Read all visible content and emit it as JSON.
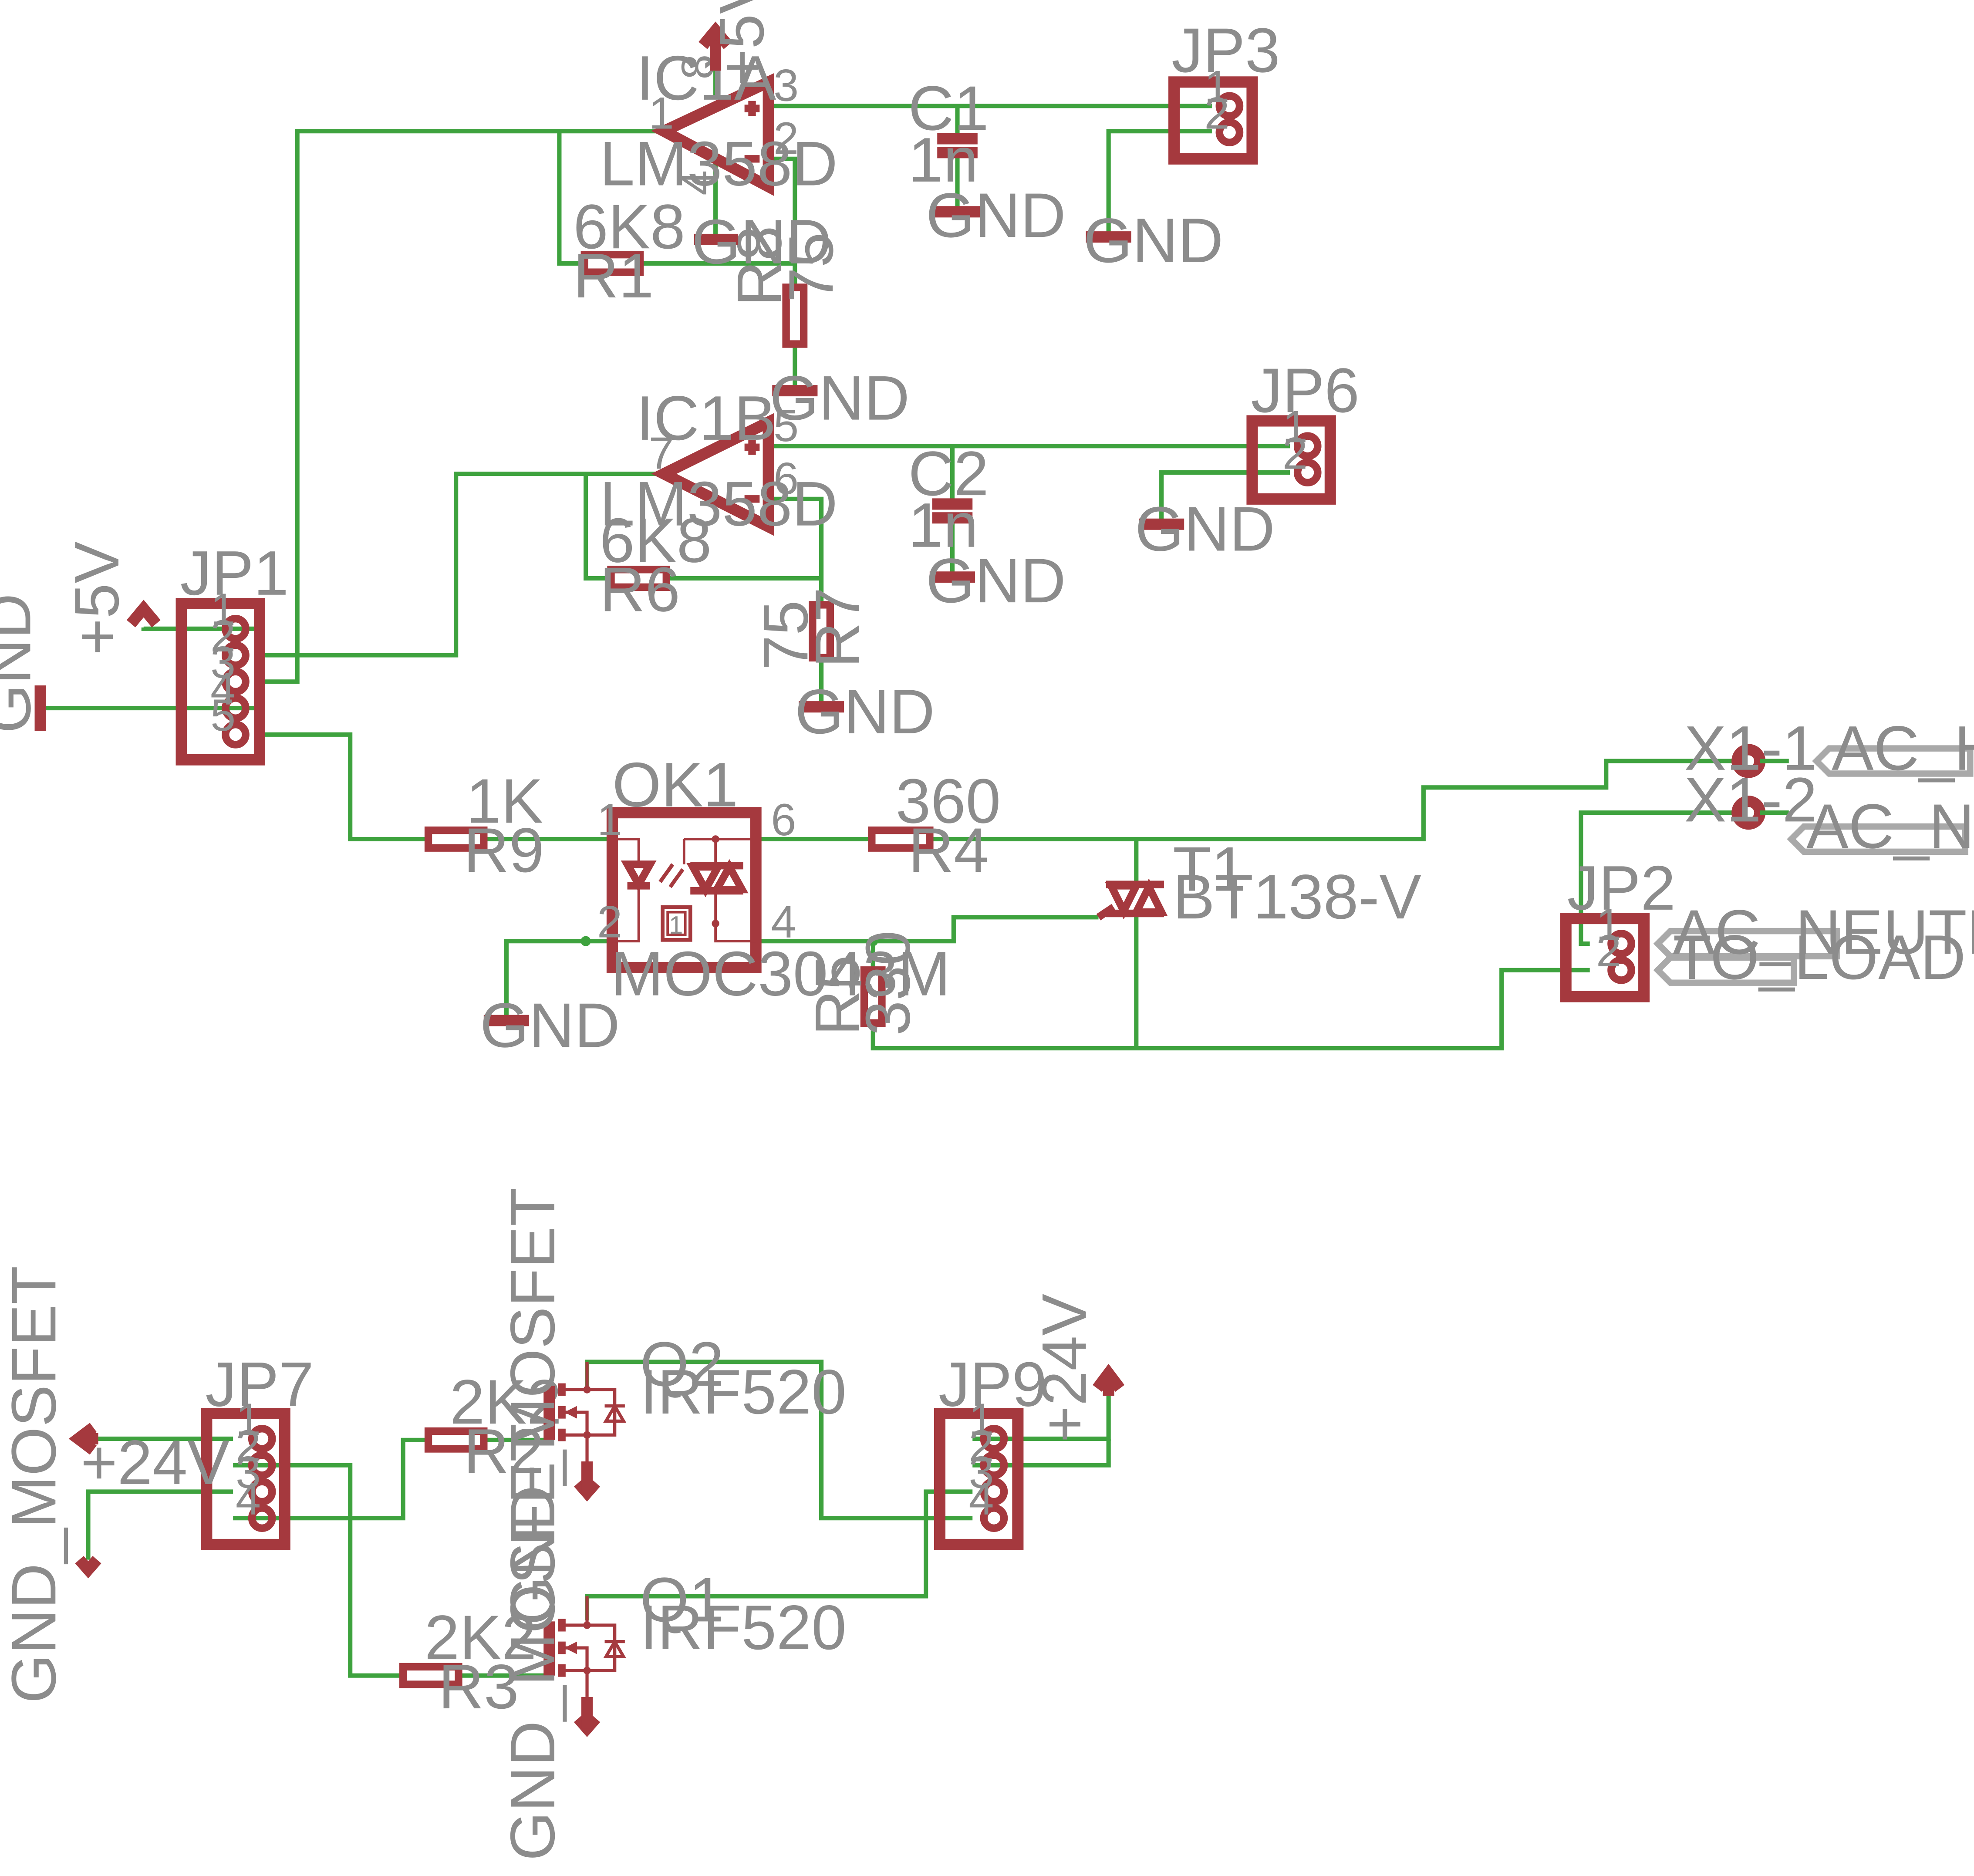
{
  "op_amps": {
    "ic1a": {
      "name": "IC1A",
      "value": "LM358D",
      "pins": {
        "out": "1",
        "neg": "2",
        "pos": "3",
        "vcc": "8",
        "gnd": "4"
      }
    },
    "ic1b": {
      "name": "IC1B",
      "value": "LM358D",
      "pins": {
        "out": "7",
        "neg": "6",
        "pos": "5"
      }
    }
  },
  "resistors": {
    "r1": {
      "name": "R1",
      "value": "6K8"
    },
    "r8": {
      "name": "R8",
      "value": "75"
    },
    "r6": {
      "name": "R6",
      "value": "6K8"
    },
    "r7": {
      "name": "R7",
      "value": "75"
    },
    "r9": {
      "name": "R9",
      "value": "1K"
    },
    "r4": {
      "name": "R4",
      "value": "360"
    },
    "r5": {
      "name": "R5",
      "value": "330"
    },
    "r2": {
      "name": "R2",
      "value": "2K2"
    },
    "r3": {
      "name": "R3",
      "value": "2K2"
    }
  },
  "capacitors": {
    "c1": {
      "name": "C1",
      "value": "1n"
    },
    "c2": {
      "name": "C2",
      "value": "1n"
    }
  },
  "connectors": {
    "jp1": {
      "name": "JP1",
      "pins": [
        "1",
        "2",
        "3",
        "4",
        "5"
      ]
    },
    "jp3": {
      "name": "JP3",
      "pins": [
        "1",
        "2"
      ]
    },
    "jp6": {
      "name": "JP6",
      "pins": [
        "1",
        "2"
      ]
    },
    "jp2": {
      "name": "JP2",
      "pins": [
        "1",
        "2"
      ]
    },
    "jp7": {
      "name": "JP7",
      "pins": [
        "1",
        "2",
        "3",
        "4"
      ]
    },
    "jp9": {
      "name": "JP9",
      "pins": [
        "1",
        "2",
        "3",
        "4"
      ]
    }
  },
  "optocoupler": {
    "name": "OK1",
    "value": "MOC3043M",
    "pins": {
      "p1": "1",
      "p2": "2",
      "p6": "6",
      "p4": "4"
    },
    "zc_symbol": "1"
  },
  "triac": {
    "name": "T1",
    "value": "BT138-V"
  },
  "mosfets": {
    "q2": {
      "name": "Q2",
      "value": "IRF520"
    },
    "q1": {
      "name": "Q1",
      "value": "IRF520"
    }
  },
  "terminals": {
    "x1_1": {
      "name": "X1-1"
    },
    "x1_2": {
      "name": "X1-2"
    }
  },
  "net_labels": {
    "ac_hot": "AC_HOT",
    "ac_neutral_top": "AC_NEUTRAL",
    "ac_neutral_jp2": "AC_NEUTRAL",
    "to_load": "TO_LOAD"
  },
  "power": {
    "gnd": "GND",
    "plus5v": "+5V",
    "plus24v": "+24V",
    "gnd_mosfet": "GND_MOSFET"
  },
  "colors": {
    "symbol": "#a5393e",
    "wire": "#3ea23e",
    "text": "#8c8c8c",
    "net_label": "#a9a9a9"
  }
}
